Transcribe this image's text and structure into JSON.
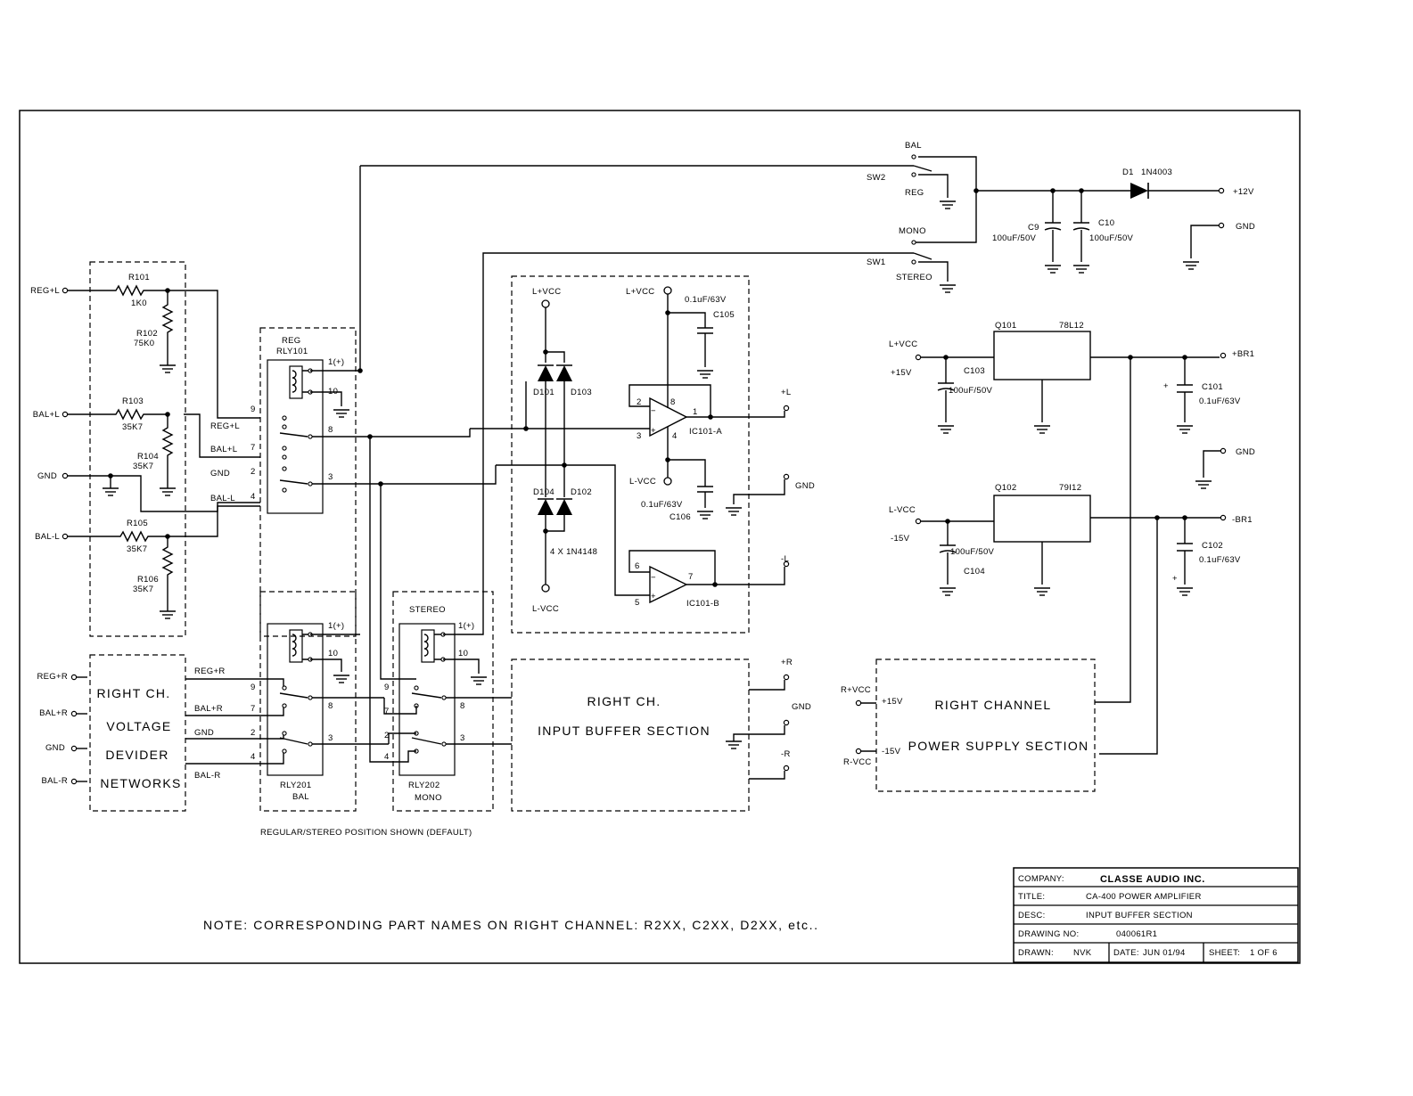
{
  "input_terminals": [
    "REG+L",
    "BAL+L",
    "GND",
    "BAL-L",
    "REG+R",
    "BAL+R",
    "GND",
    "BAL-R"
  ],
  "resistors": [
    {
      "ref": "R101",
      "value": "1K0"
    },
    {
      "ref": "R102",
      "value": "75K0"
    },
    {
      "ref": "R103",
      "value": "35K7"
    },
    {
      "ref": "R104",
      "value": "35K7"
    },
    {
      "ref": "R105",
      "value": "35K7"
    },
    {
      "ref": "R106",
      "value": "35K7"
    }
  ],
  "right_voltage_block": [
    "RIGHT CH.",
    "VOLTAGE",
    "DEVIDER",
    "NETWORKS"
  ],
  "right_side_nets": [
    "REG+R",
    "BAL+R",
    "GND",
    "BAL-R"
  ],
  "rly101": {
    "top": "REG",
    "ref": "RLY101",
    "nets": [
      "REG+L",
      "BAL+L",
      "GND",
      "BAL-L"
    ]
  },
  "rly201": {
    "ref": "RLY201",
    "sub": "BAL"
  },
  "rly202": {
    "top": "STEREO",
    "ref": "RLY202",
    "sub": "MONO"
  },
  "relay_pins": [
    "1(+)",
    "10",
    "9",
    "8",
    "7",
    "2",
    "3",
    "4"
  ],
  "switches": {
    "sw2": {
      "ref": "SW2",
      "top": "BAL",
      "bottom": "REG"
    },
    "sw1": {
      "ref": "SW1",
      "top": "MONO",
      "bottom": "STEREO"
    }
  },
  "supply_12v": {
    "diode_ref": "D1",
    "diode_part": "1N4003",
    "c9_ref": "C9",
    "c9_value": "100uF/50V",
    "c10_ref": "C10",
    "c10_value": "100uF/50V",
    "out_12v": "+12V",
    "gnd": "GND"
  },
  "buffer": {
    "lvcc_top": "L+VCC",
    "lvcc_bottom": "L-VCC",
    "cap_value_top": "0.1uF/63V",
    "c105": "C105",
    "c106": "C106",
    "cap_value_bottom": "0.1uF/63V",
    "diodes": [
      "D101",
      "D103",
      "D104",
      "D102"
    ],
    "diode_note": "4 X 1N4148",
    "op_a": "IC101-A",
    "op_b": "IC101-B",
    "pins_a": [
      "2",
      "8",
      "3",
      "4",
      "1"
    ],
    "pins_b": [
      "6",
      "5",
      "7"
    ],
    "out_plus": "+L",
    "out_gnd": "GND",
    "out_minus": "-L"
  },
  "right_buffer": {
    "line1": "RIGHT CH.",
    "line2": "INPUT BUFFER SECTION",
    "out_plus": "+R",
    "out_gnd": "GND",
    "out_minus": "-R"
  },
  "regulators": {
    "q101": {
      "ref": "Q101",
      "part": "78L12",
      "in_label": "L+VCC",
      "in_volt": "+15V",
      "c_in": "C103",
      "c_in_value": "100uF/50V",
      "c_out": "C101",
      "c_out_value": "0.1uF/63V",
      "out": "+BR1",
      "plus": "+"
    },
    "gnd": "GND",
    "q102": {
      "ref": "Q102",
      "part": "79I12",
      "in_label": "L-VCC",
      "in_volt": "-15V",
      "c_in": "C104",
      "c_in_value": "100uF/50V",
      "c_out": "C102",
      "c_out_value": "0.1uF/63V",
      "out": "-BR1",
      "plus": "+"
    }
  },
  "right_psu": {
    "line1": "RIGHT CHANNEL",
    "line2": "POWER SUPPLY SECTION",
    "pvcc": "R+VCC",
    "nvcc": "R-VCC",
    "p15": "+15V",
    "n15": "-15V"
  },
  "default_note": "REGULAR/STEREO POSITION SHOWN (DEFAULT)",
  "note": "NOTE:  CORRESPONDING PART NAMES ON RIGHT CHANNEL: R2XX, C2XX, D2XX, etc..",
  "title_block": {
    "company_label": "COMPANY:",
    "company": "CLASSE AUDIO INC.",
    "title_label": "TITLE:",
    "title": "CA-400 POWER AMPLIFIER",
    "desc_label": "DESC:",
    "desc": "INPUT BUFFER SECTION",
    "drawing_label": "DRAWING NO:",
    "drawing": "040061R1",
    "drawn_label": "DRAWN:",
    "drawn": "NVK",
    "date_label": "DATE:",
    "date": "JUN 01/94",
    "sheet_label": "SHEET:",
    "sheet": "1 OF 6"
  }
}
